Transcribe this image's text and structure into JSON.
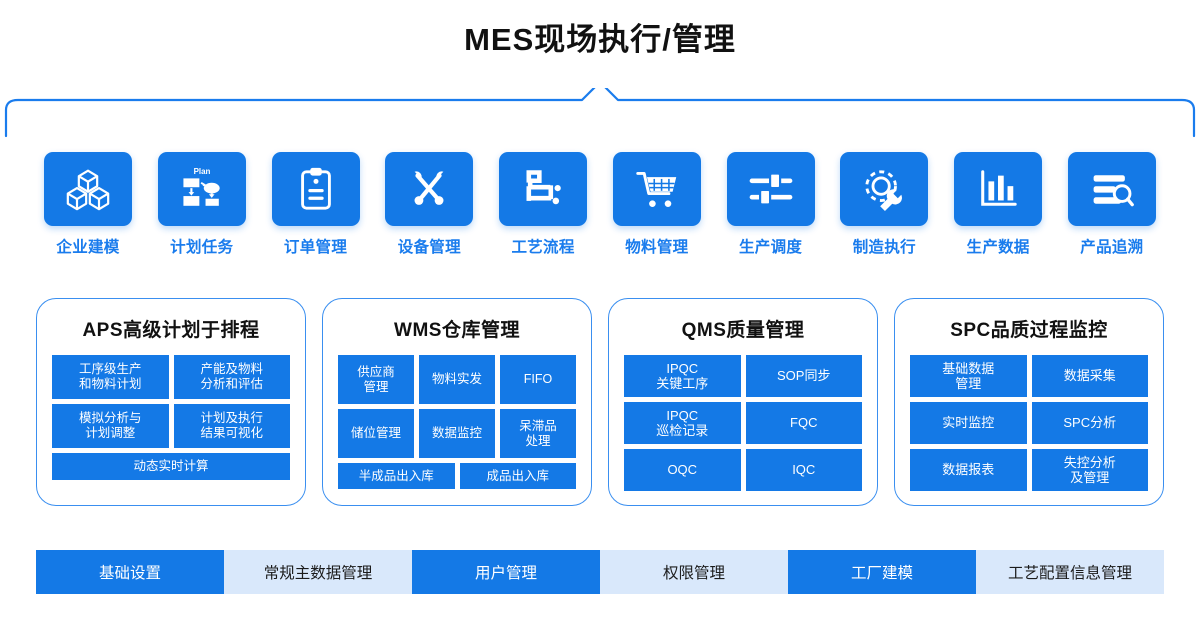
{
  "header": {
    "title": "MES现场执行/管理",
    "bracket_color": "#1a7ced"
  },
  "theme": {
    "accent_blue": "#1479e6",
    "label_blue": "#1a7ced",
    "soft_blue": "#d9e8fb",
    "border_blue": "#3a8ff0"
  },
  "icon_row": [
    {
      "icon": "cubes-3d-icon",
      "label": "企业建模"
    },
    {
      "icon": "plan-flowchart-icon",
      "label": "计划任务"
    },
    {
      "icon": "clipboard-icon",
      "label": "订单管理"
    },
    {
      "icon": "wrench-screwdriver-icon",
      "label": "设备管理"
    },
    {
      "icon": "process-flow-icon",
      "label": "工艺流程"
    },
    {
      "icon": "shopping-cart-icon",
      "label": "物料管理"
    },
    {
      "icon": "sliders-icon",
      "label": "生产调度"
    },
    {
      "icon": "gear-wrench-icon",
      "label": "制造执行"
    },
    {
      "icon": "bar-chart-icon",
      "label": "生产数据"
    },
    {
      "icon": "document-search-icon",
      "label": "产品追溯"
    }
  ],
  "cards": [
    {
      "title": "APS高级计划于排程",
      "layout": "g2",
      "cells": [
        {
          "text": "工序级生产\n和物料计划",
          "full": false
        },
        {
          "text": "产能及物料\n分析和评估",
          "full": false
        },
        {
          "text": "模拟分析与\n计划调整",
          "full": false
        },
        {
          "text": "计划及执行\n结果可视化",
          "full": false
        },
        {
          "text": "动态实时计算",
          "full": true
        }
      ]
    },
    {
      "title": "WMS仓库管理",
      "layout": "g3",
      "cells": [
        {
          "text": "供应商\n管理",
          "half": false
        },
        {
          "text": "物料实发",
          "half": false
        },
        {
          "text": "FIFO",
          "half": false
        },
        {
          "text": "储位管理",
          "half": false
        },
        {
          "text": "数据监控",
          "half": false
        },
        {
          "text": "呆滞品\n处理",
          "half": false
        },
        {
          "text": "半成品出入库",
          "half": true
        },
        {
          "text": "成品出入库",
          "half": true
        }
      ]
    },
    {
      "title": "QMS质量管理",
      "layout": "g2b",
      "cells": [
        {
          "text": "IPQC\n关键工序"
        },
        {
          "text": "SOP同步"
        },
        {
          "text": "IPQC\n巡检记录"
        },
        {
          "text": "FQC"
        },
        {
          "text": "OQC"
        },
        {
          "text": "IQC"
        }
      ]
    },
    {
      "title": "SPC品质过程监控",
      "layout": "g2b",
      "cells": [
        {
          "text": "基础数据\n管理"
        },
        {
          "text": "数据采集"
        },
        {
          "text": "实时监控"
        },
        {
          "text": "SPC分析"
        },
        {
          "text": "数据报表"
        },
        {
          "text": "失控分析\n及管理"
        }
      ]
    }
  ],
  "bottom_bar": [
    {
      "label": "基础设置",
      "active": true
    },
    {
      "label": "常规主数据管理",
      "active": false
    },
    {
      "label": "用户管理",
      "active": true
    },
    {
      "label": "权限管理",
      "active": false
    },
    {
      "label": "工厂建模",
      "active": true
    },
    {
      "label": "工艺配置信息管理",
      "active": false
    }
  ]
}
